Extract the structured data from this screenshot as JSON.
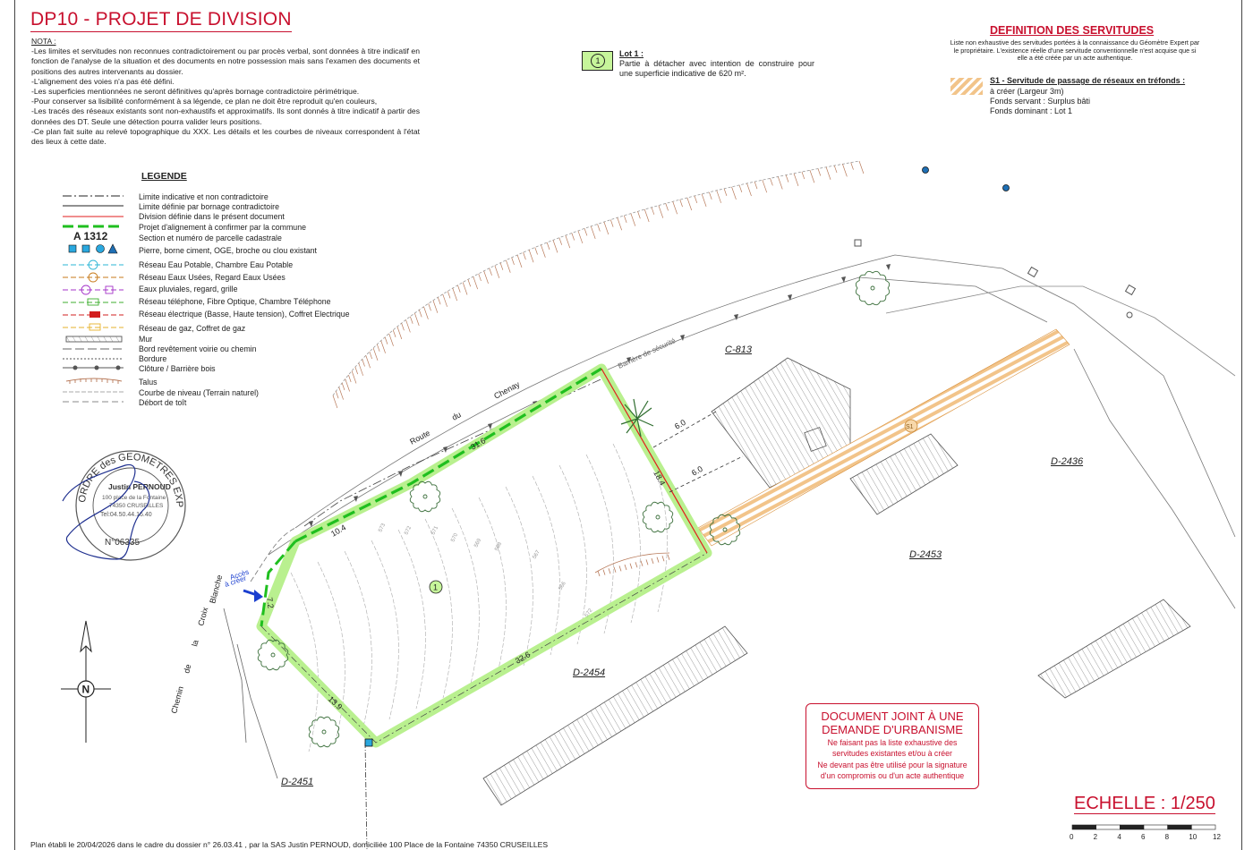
{
  "title": "DP10 - PROJET DE DIVISION",
  "note": {
    "heading": "NOTA :",
    "lines": [
      "-Les limites et servitudes non reconnues contradictoirement ou par procès verbal, sont données à titre indicatif en fonction de l'analyse de la situation et des documents en notre possession mais sans l'examen des documents et positions des autres intervenants au dossier.",
      "-L'alignement des voies n'a pas été défini.",
      "-Les superficies mentionnées ne seront définitives qu'après bornage contradictoire périmétrique.",
      "-Pour conserver sa lisibilité conformément à sa légende, ce plan ne doit être reproduit qu'en couleurs,",
      "-Les tracés des réseaux existants sont non-exhaustifs et approximatifs. Ils sont donnés à titre indicatif à partir des données des DT. Seule une détection pourra valider leurs positions.",
      "-Ce plan fait suite au relevé topographique du XXX. Les détails et les courbes de niveaux correspondent à l'état des lieux à cette date."
    ]
  },
  "legend": {
    "title": "LEGENDE",
    "section_sample": "A 1312",
    "items": [
      "Limite indicative et non contradictoire",
      "Limite définie par bornage contradictoire",
      "Division définie dans le présent document",
      "Projet d'alignement à confirmer par la commune",
      "Section et numéro de parcelle cadastrale",
      "Pierre, borne ciment, OGE, broche ou clou existant",
      "Réseau Eau Potable, Chambre Eau Potable",
      "Réseau Eaux Usées, Regard Eaux Usées",
      "Eaux pluviales, regard, grille",
      "Réseau téléphone, Fibre Optique, Chambre Téléphone",
      "Réseau électrique (Basse, Haute tension), Coffret Electrique",
      "Réseau de gaz, Coffret de gaz",
      "Mur",
      "Bord revêtement voirie ou chemin",
      "Bordure",
      "Clôture / Barrière bois",
      "Talus",
      "Courbe de niveau (Terrain naturel)",
      "Débort de toît"
    ],
    "colors": {
      "water": "#2bb5d6",
      "waste": "#c77a1a",
      "rain": "#a433c9",
      "phone": "#3cae2d",
      "electric": "#d21f1f",
      "gas": "#e6b22b"
    }
  },
  "lot1": {
    "badge": "1",
    "title": "Lot 1 :",
    "text": "Partie à détacher avec intention de construire pour une superficie indicative de 620 m²."
  },
  "servitudes": {
    "title": "DEFINITION DES SERVITUDES",
    "desc": "Liste non exhaustive des servitudes portées à la connaissance du Géomètre Expert par le propriétaire. L'existence réelle d'une servitude conventionnelle n'est acquise que si elle a été créée par un acte authentique.",
    "s1_title": "S1 - Servitude de passage de réseaux en tréfonds :",
    "s1_lines": [
      "à créer (Largeur 3m)",
      "Fonds servant : Surplus bâti",
      "Fonds dominant : Lot 1"
    ],
    "s1_badge": "S1"
  },
  "warning": {
    "heading_1": "DOCUMENT JOINT À UNE",
    "heading_2": "DEMANDE D'URBANISME",
    "lines": [
      "Ne faisant pas la liste exhaustive des",
      "servitudes existantes et/ou à créer",
      "Ne devant pas être utilisé pour la signature",
      "d'un compromis ou d'un acte authentique"
    ]
  },
  "scale": {
    "label": "ECHELLE : 1/250",
    "ticks": [
      "0",
      "2",
      "4",
      "6",
      "8",
      "10",
      "12"
    ]
  },
  "footer": "Plan établi le 20/04/2026 dans le cadre du dossier n° 26.03.41 , par la SAS Justin PERNOUD, domiciliée 100 Place de la Fontaine 74350 CRUSEILLES",
  "stamp": {
    "ring_text": "ORDRE des GEOMETRES EXPERTS",
    "name": "Justin PERNOUD",
    "addr1": "100 place de la Fontaine",
    "addr2": "74350 CRUSEILLES",
    "tel": "Tel:04.50.44.16.40",
    "number": "N°06335"
  },
  "map": {
    "road_route": [
      "Route",
      "du",
      "Chenay"
    ],
    "road_chemin": [
      "Chemin",
      "de",
      "la",
      "Croix",
      "Blanche"
    ],
    "barriere": "Barrière de sécurité",
    "acces_1": "Accès",
    "acces_2": "à créer",
    "lot_badge": "1",
    "north": "N",
    "parcels": {
      "c813": "C-813",
      "d2436": "D-2436",
      "d2453": "D-2453",
      "d2454": "D-2454",
      "d2451": "D-2451"
    },
    "dims": {
      "d316": "31.6",
      "d104": "10.4",
      "d72": "7.2",
      "d184": "18.4",
      "d326": "32.6",
      "d139": "13.9",
      "d60a": "6.0",
      "d60b": "6.0"
    },
    "contours": [
      "573",
      "572",
      "571",
      "570",
      "569",
      "568",
      "567",
      "566",
      "572",
      "571"
    ]
  }
}
